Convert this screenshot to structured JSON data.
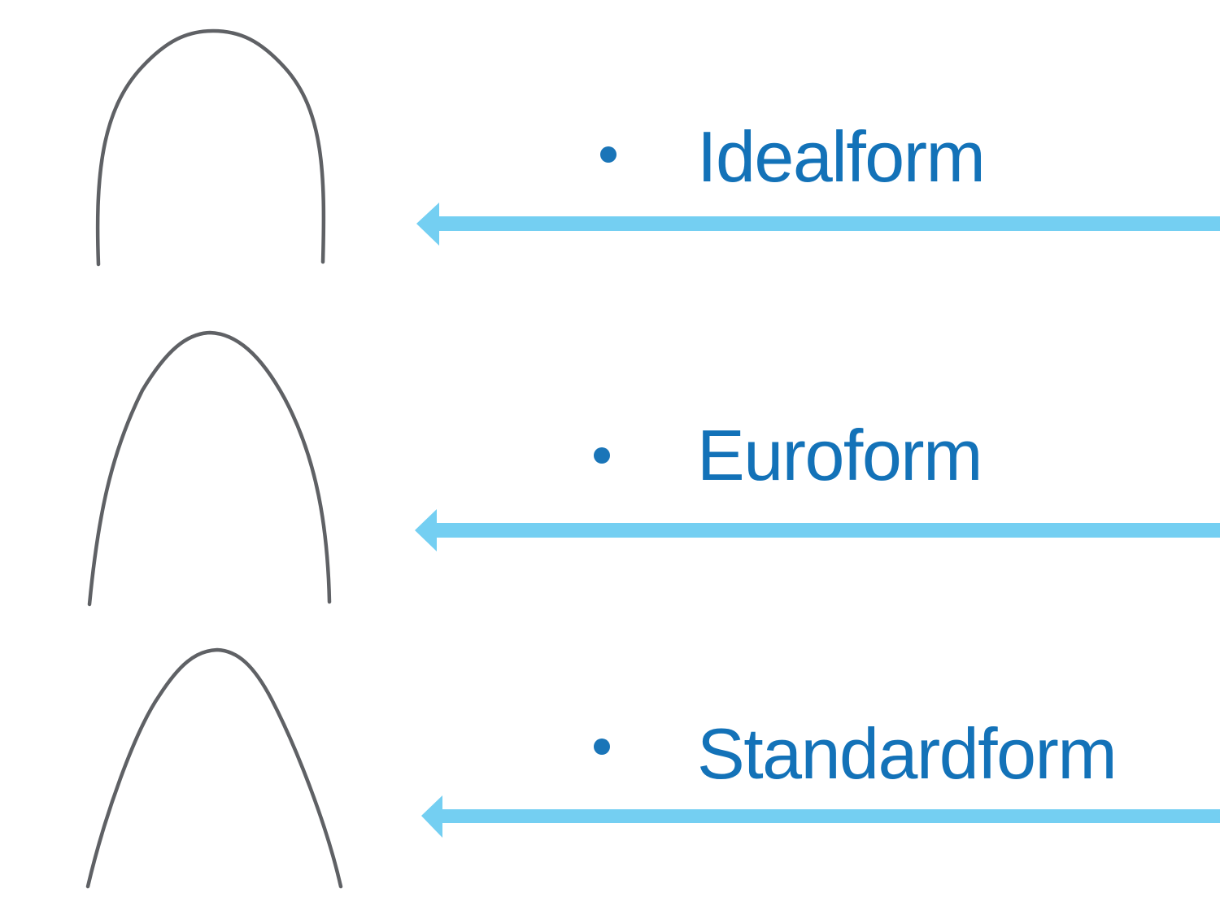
{
  "slide": {
    "colors": {
      "background": "#ffffff",
      "label_text": "#1372b8",
      "bullet": "#1a75b8",
      "arrow": "#74cff2",
      "wire": "#5f6165"
    },
    "items": [
      {
        "label": "Idealform",
        "arch_icon": "archwire-idealform-icon",
        "bullet_icon": "bullet-dot-icon",
        "arrow_icon": "arrow-left-icon"
      },
      {
        "label": "Euroform",
        "arch_icon": "archwire-euroform-icon",
        "bullet_icon": "bullet-dot-icon",
        "arrow_icon": "arrow-left-icon"
      },
      {
        "label": "Standardform",
        "arch_icon": "archwire-standardform-icon",
        "bullet_icon": "bullet-dot-icon",
        "arrow_icon": "arrow-left-icon"
      }
    ]
  }
}
